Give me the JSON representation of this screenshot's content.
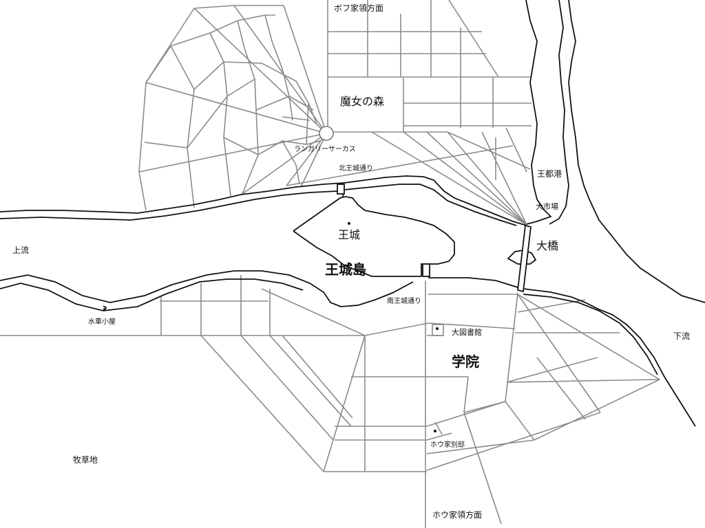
{
  "map": {
    "labels": {
      "bof_direction": "ボフ家領方面",
      "witch_forest": "魔女の森",
      "rangary_circus": "ランガリーサーカス",
      "north_castle_st": "北王城通り",
      "royal_port": "王都港",
      "grand_market": "大市場",
      "castle": "王城",
      "great_bridge": "大橋",
      "upstream": "上流",
      "castle_island": "王城島",
      "south_castle_st": "南王城通り",
      "watermill_hut": "水車小屋",
      "great_library": "大図書館",
      "downstream": "下流",
      "academy": "学院",
      "hou_villa": "ホウ家別邸",
      "pasture": "牧草地",
      "hou_direction": "ホウ家領方面"
    }
  }
}
